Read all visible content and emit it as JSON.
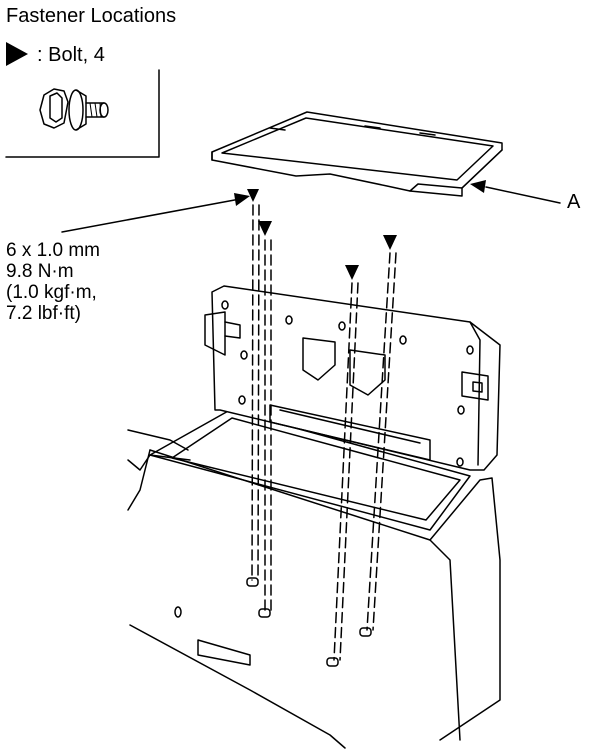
{
  "title": "Fastener Locations",
  "legend": {
    "symbol": "filled-triangle-marker",
    "text": ": Bolt, 4"
  },
  "spec": {
    "size": "6 x 1.0 mm",
    "torque_nm": "9.8 N·m",
    "torque_kgfm": "(1.0 kgf·m,",
    "torque_lbfft": "7.2 lbf·ft)"
  },
  "callout": "A",
  "bolt_count": 4,
  "colors": {
    "line": "#000000",
    "background": "#ffffff"
  }
}
